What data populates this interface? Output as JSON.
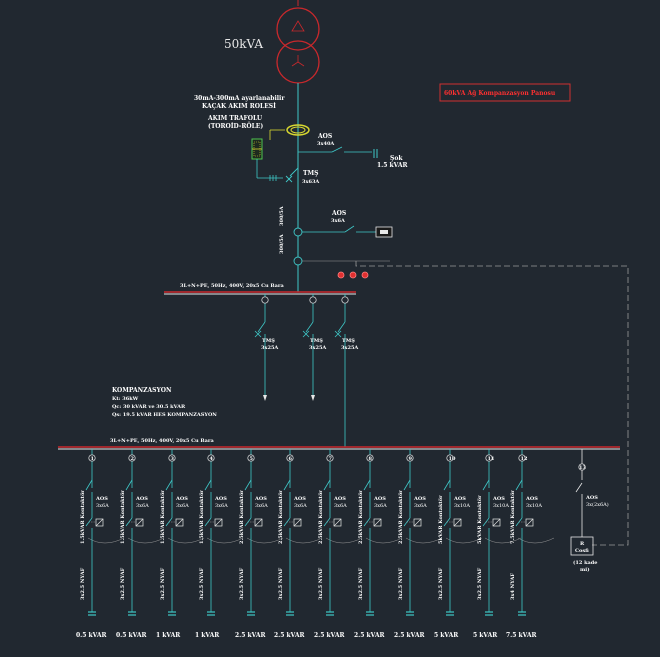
{
  "transformer": {
    "rating": "50kVA"
  },
  "relay_labels": {
    "line1": "30mA-300mA ayarlanabilir",
    "line2": "KAÇAK AKIM ROLESİ",
    "line3": "AKIM TRAFOLU",
    "line4": "(TOROİD-RÖLE)"
  },
  "compensation_box": "60kVA Ağ Kompanzasyon Panosu",
  "aos_top": {
    "name": "AOS",
    "rating": "3x40A"
  },
  "capacitor_top": {
    "name": "Şok",
    "rating": "1.5 kVAR"
  },
  "main_breaker": {
    "name": "TMŞ",
    "rating": "3x63A"
  },
  "aos_mid": {
    "name": "AOS",
    "rating": "3x6A"
  },
  "ct_labels": [
    "300/5A",
    "300/5A"
  ],
  "busbar1": "3L+N+PE, 50Hz, 400V, 20x5 Cu Bara",
  "feeders": [
    {
      "name": "TMŞ",
      "rating": "3x25A"
    },
    {
      "name": "TMŞ",
      "rating": "3x25A"
    },
    {
      "name": "TMŞ",
      "rating": "3x25A"
    }
  ],
  "compensation_sum": {
    "line1": "KOMPANZASYON",
    "line2": "Kt: 36kW",
    "line3": "Qc: 30 kVAR ve 30.5 kVAR",
    "line4": "Qs: 19.5 kVAR HES KOMPANZASYON"
  },
  "busbar2": "3L+N+PE, 50Hz, 400V, 20x5 Cu Bara",
  "steps": [
    {
      "num": "1",
      "aos": "AOS",
      "arating": "3x6A",
      "desc": "1.5kVAR Kontaktör",
      "cable": "3x2.5 NYAF",
      "kvar": "0.5 kVAR"
    },
    {
      "num": "2",
      "aos": "AOS",
      "arating": "3x6A",
      "desc": "1.5kVAR Kontaktör",
      "cable": "3x2.5 NYAF",
      "kvar": "0.5 kVAR"
    },
    {
      "num": "3",
      "aos": "AOS",
      "arating": "3x6A",
      "desc": "1.5kVAR Kontaktör",
      "cable": "3x2.5 NYAF",
      "kvar": "1 kVAR"
    },
    {
      "num": "4",
      "aos": "AOS",
      "arating": "3x6A",
      "desc": "1.5kVAR Kontaktör",
      "cable": "3x2.5 NYAF",
      "kvar": "1 kVAR"
    },
    {
      "num": "5",
      "aos": "AOS",
      "arating": "3x6A",
      "desc": "2.5kVAR Kontaktör",
      "cable": "3x2.5 NYAF",
      "kvar": "2.5 kVAR"
    },
    {
      "num": "6",
      "aos": "AOS",
      "arating": "3x6A",
      "desc": "2.5kVAR Kontaktör",
      "cable": "3x2.5 NYAF",
      "kvar": "2.5 kVAR"
    },
    {
      "num": "7",
      "aos": "AOS",
      "arating": "3x6A",
      "desc": "2.5kVAR Kontaktör",
      "cable": "3x2.5 NYAF",
      "kvar": "2.5 kVAR"
    },
    {
      "num": "8",
      "aos": "AOS",
      "arating": "3x6A",
      "desc": "2.5kVAR Kontaktör",
      "cable": "3x2.5 NYAF",
      "kvar": "2.5 kVAR"
    },
    {
      "num": "9",
      "aos": "AOS",
      "arating": "3x6A",
      "desc": "2.5kVAR Kontaktör",
      "cable": "3x2.5 NYAF",
      "kvar": "2.5 kVAR"
    },
    {
      "num": "10",
      "aos": "AOS",
      "arating": "3x10A",
      "desc": "5kVAR Kontaktör",
      "cable": "3x2.5 NYAF",
      "kvar": "5 kVAR"
    },
    {
      "num": "11",
      "aos": "AOS",
      "arating": "3x10A",
      "desc": "5kVAR Kontaktör",
      "cable": "3x2.5 NYAF",
      "kvar": "5 kVAR"
    },
    {
      "num": "12",
      "aos": "AOS",
      "arating": "3x10A",
      "desc": "7.5kVAR Kontaktör",
      "cable": "3x4 NYAF",
      "kvar": "7.5 kVAR"
    }
  ],
  "aux": {
    "num": "13",
    "aos": "AOS",
    "arating": "3x(2x6A)",
    "relay": "R",
    "relay2": "Cosfi",
    "note1": "(12 kade",
    "note2": "mi)"
  }
}
